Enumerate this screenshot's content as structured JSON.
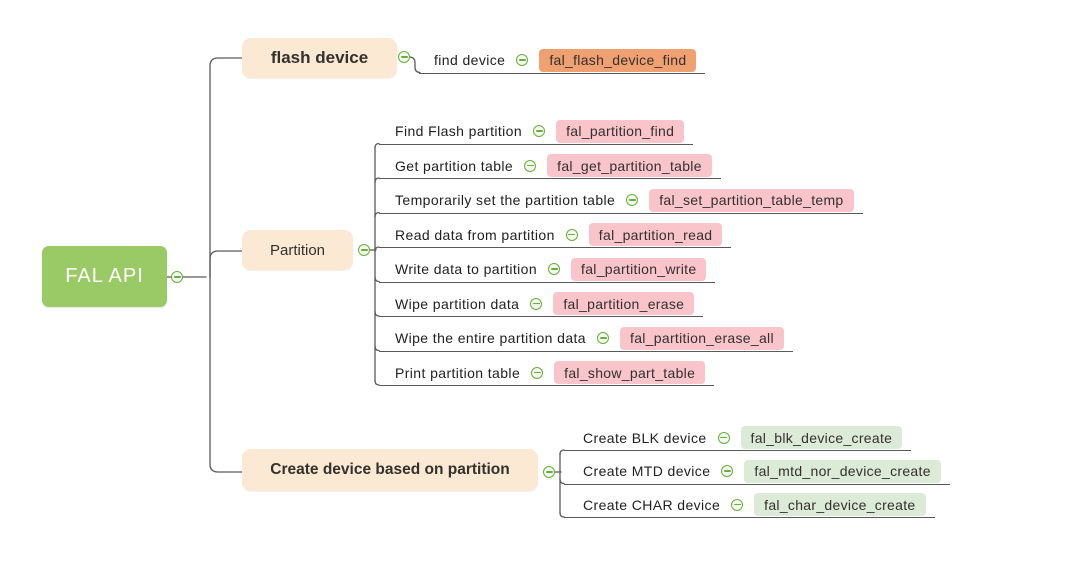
{
  "root": {
    "label": "FAL API"
  },
  "branches": [
    {
      "label": "flash device",
      "children": [
        {
          "label": "find device",
          "api": "fal_flash_device_find",
          "color": "orange"
        }
      ]
    },
    {
      "label": "Partition",
      "children": [
        {
          "label": "Find Flash partition",
          "api": "fal_partition_find",
          "color": "pink"
        },
        {
          "label": "Get partition table",
          "api": "fal_get_partition_table",
          "color": "pink"
        },
        {
          "label": "Temporarily set the partition table",
          "api": "fal_set_partition_table_temp",
          "color": "pink"
        },
        {
          "label": "Read data from partition",
          "api": "fal_partition_read",
          "color": "pink"
        },
        {
          "label": "Write data to partition",
          "api": "fal_partition_write",
          "color": "pink"
        },
        {
          "label": "Wipe partition data",
          "api": "fal_partition_erase",
          "color": "pink"
        },
        {
          "label": "Wipe the entire partition data",
          "api": "fal_partition_erase_all",
          "color": "pink"
        },
        {
          "label": "Print partition table",
          "api": "fal_show_part_table",
          "color": "pink"
        }
      ]
    },
    {
      "label": "Create device based on partition",
      "children": [
        {
          "label": "Create BLK device",
          "api": "fal_blk_device_create",
          "color": "green"
        },
        {
          "label": "Create MTD device",
          "api": "fal_mtd_nor_device_create",
          "color": "green"
        },
        {
          "label": "Create CHAR device",
          "api": "fal_char_device_create",
          "color": "green"
        }
      ]
    }
  ],
  "palette": {
    "root_bg": "#9aca66",
    "branch_bg": "#fbe9d3",
    "leaf_orange": "#efa172",
    "leaf_pink": "#f9c5cb",
    "leaf_green": "#dcebd7",
    "connector": "#5a5a5a",
    "collapse_icon": "#69ae3d"
  }
}
